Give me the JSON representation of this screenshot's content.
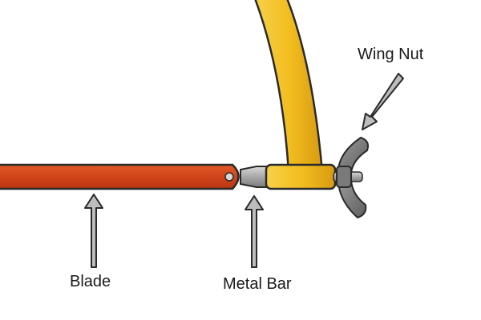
{
  "labels": {
    "wing_nut": "Wing Nut",
    "blade": "Blade",
    "metal_bar": "Metal Bar"
  },
  "colors": {
    "blade": "#d2441a",
    "frame": "#f2be20",
    "metal": "#a8a8a8",
    "arrow": "#bdbdbd",
    "outline": "#2a2a2a"
  }
}
